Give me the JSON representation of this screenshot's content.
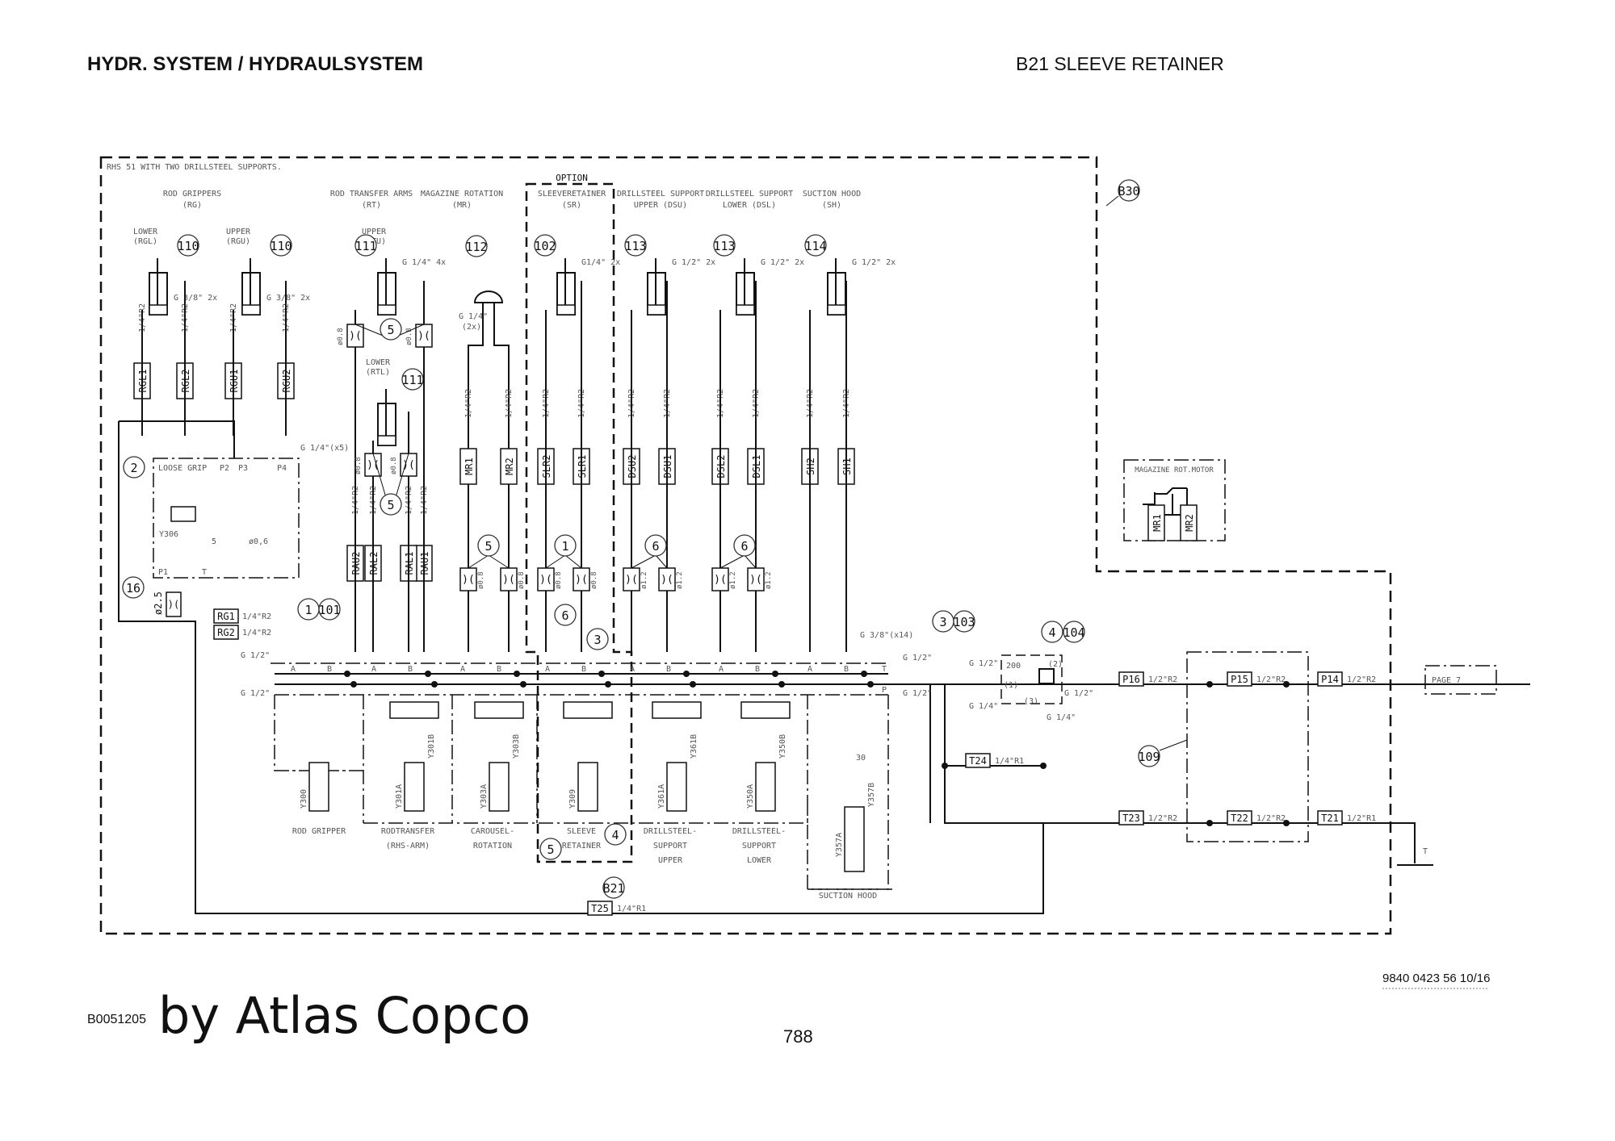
{
  "header": {
    "left_title": "HYDR. SYSTEM / HYDRAULSYSTEM",
    "right_title": "B21 SLEEVE RETAINER"
  },
  "footer": {
    "figure_code": "B0051205",
    "brand": "by Atlas Copco",
    "page_number": "788",
    "document_number": "9840 0423 56 10/16"
  },
  "diagram": {
    "frame_note": "RHS 51 WITH TWO DRILLSTEEL SUPPORTS.",
    "frame_ref": "B30",
    "option_label": "OPTION",
    "groups": [
      {
        "title": "ROD GRIPPERS",
        "abbr": "(RG)"
      },
      {
        "title": "ROD TRANSFER ARMS",
        "abbr": "(RT)"
      },
      {
        "title": "MAGAZINE ROTATION",
        "abbr": "(MR)"
      },
      {
        "title": "SLEEVERETAINER",
        "abbr": "(SR)"
      },
      {
        "title": "DRILLSTEEL SUPPORT",
        "abbr": "UPPER (DSU)"
      },
      {
        "title": "DRILLSTEEL SUPPORT",
        "abbr": "LOWER (DSL)"
      },
      {
        "title": "SUCTION HOOD",
        "abbr": "(SH)"
      }
    ],
    "cylinders": [
      {
        "name": "LOWER",
        "abbr": "(RGL)",
        "ref": "110",
        "port": "G 3/8\" 2x",
        "hoses": [
          "RGL1",
          "RGL2"
        ],
        "hose_spec": "1/4\"R2"
      },
      {
        "name": "UPPER",
        "abbr": "(RGU)",
        "ref": "110",
        "port": "G 3/8\" 2x",
        "hoses": [
          "RGU1",
          "RGU2"
        ],
        "hose_spec": "1/4\"R2"
      },
      {
        "name": "UPPER",
        "abbr": "(RTU)",
        "ref": "111",
        "port": "G 1/4\" 4x",
        "hoses": [
          "RAU2",
          "RAU1"
        ],
        "hose_spec": "1/4\"R2"
      },
      {
        "name": "LOWER",
        "abbr": "(RTL)",
        "ref": "111",
        "port": "",
        "hoses": [
          "RAL2",
          "RAL1"
        ],
        "hose_spec": "1/4\"R2"
      },
      {
        "name": "",
        "abbr": "",
        "ref": "112",
        "port": "G 1/4\" (2x)",
        "hoses": [
          "MR1",
          "MR2"
        ],
        "hose_spec": "1/4\"R2"
      },
      {
        "name": "",
        "abbr": "",
        "ref": "102",
        "port": "G1/4\" 2x",
        "hoses": [
          "SLR2",
          "SLR1"
        ],
        "hose_spec": "1/4\"R2"
      },
      {
        "name": "",
        "abbr": "",
        "ref": "113",
        "port": "G 1/2\" 2x",
        "hoses": [
          "DSU2",
          "DSU1"
        ],
        "hose_spec": "1/4\"R2"
      },
      {
        "name": "",
        "abbr": "",
        "ref": "113",
        "port": "G 1/2\" 2x",
        "hoses": [
          "DSL2",
          "DSL1"
        ],
        "hose_spec": "1/4\"R2"
      },
      {
        "name": "",
        "abbr": "",
        "ref": "114",
        "port": "G 1/2\" 2x",
        "hoses": [
          "SH2",
          "SH1"
        ],
        "hose_spec": "1/4\"R2"
      }
    ],
    "restrictors": [
      {
        "ref": "5",
        "size": "ø0.8"
      },
      {
        "ref": "5",
        "size": "ø0.8"
      },
      {
        "ref": "5",
        "size": "ø0.8"
      },
      {
        "ref": "1",
        "size": "ø0.8"
      },
      {
        "ref": "6",
        "size": "ø1.2"
      },
      {
        "ref": "6",
        "size": "ø1.2"
      },
      {
        "ref": "16",
        "size": "ø2.5"
      }
    ],
    "loose_grip": {
      "label": "LOOSE GRIP",
      "ports": [
        "P1",
        "T",
        "P2",
        "P3",
        "P4"
      ],
      "valve": "Y306",
      "valve_ref": "2",
      "relief": "5",
      "orifice": "ø0,6",
      "port_spec": "G 1/4\"(x5)",
      "refs": [
        "1",
        "101"
      ]
    },
    "supply_hoses": [
      {
        "tag": "RG1",
        "spec": "1/4\"R2"
      },
      {
        "tag": "RG2",
        "spec": "1/4\"R2"
      }
    ],
    "manifold": {
      "inlets": [
        "G 1/2\"",
        "G 1/2\""
      ],
      "port_letters": [
        "A",
        "B"
      ],
      "outlet_letters": [
        "T",
        "P"
      ],
      "outlet_ports": [
        "G 1/2\"",
        "G 1/2\""
      ],
      "port_spec": "G 3/8\"(x14)",
      "refs": [
        "3",
        "103"
      ]
    },
    "sections": [
      {
        "line1": "ROD GRIPPER",
        "line2": "",
        "line3": "",
        "valves": [
          "Y300"
        ]
      },
      {
        "line1": "RODTRANSFER",
        "line2": "(RHS-ARM)",
        "line3": "",
        "valves": [
          "Y301A",
          "Y301B"
        ]
      },
      {
        "line1": "CAROUSEL-",
        "line2": "ROTATION",
        "line3": "",
        "valves": [
          "Y303A",
          "Y303B"
        ]
      },
      {
        "line1": "SLEEVE",
        "line2": "RETAINER",
        "line3": "",
        "valves": [
          "Y309"
        ]
      },
      {
        "line1": "DRILLSTEEL-",
        "line2": "SUPPORT",
        "line3": "UPPER",
        "valves": [
          "Y361A",
          "Y361B"
        ]
      },
      {
        "line1": "DRILLSTEEL-",
        "line2": "SUPPORT",
        "line3": "LOWER",
        "valves": [
          "Y350A",
          "Y350B"
        ]
      },
      {
        "line1": "SUCTION HOOD",
        "line2": "",
        "line3": "",
        "valves": [
          "Y357A",
          "Y357B"
        ]
      }
    ],
    "sleeve_retainer_refs": [
      "6",
      "3",
      "4",
      "5",
      "B21"
    ],
    "suction_relief": "30",
    "reducing_valve": {
      "refs": [
        "4",
        "104"
      ],
      "setting": "200",
      "ports": [
        "(1)",
        "(2)",
        "(3)"
      ],
      "connections": [
        "G 1/2\"",
        "G 1/4\"",
        "G 1/2\"",
        "G 1/4\""
      ]
    },
    "pressure_hoses": [
      {
        "tag": "P16",
        "spec": "1/2\"R2"
      },
      {
        "tag": "P15",
        "spec": "1/2\"R2"
      },
      {
        "tag": "P14",
        "spec": "1/2\"R2"
      }
    ],
    "tank_hoses": [
      {
        "tag": "T23",
        "spec": "1/2\"R2"
      },
      {
        "tag": "T22",
        "spec": "1/2\"R2"
      },
      {
        "tag": "T21",
        "spec": "1/2\"R1"
      },
      {
        "tag": "T24",
        "spec": "1/4\"R1"
      },
      {
        "tag": "T25",
        "spec": "1/4\"R1"
      }
    ],
    "block_ref": "109",
    "page_ref": "PAGE 7",
    "tank_label": "T",
    "motor": {
      "title": "MAGAZINE ROT.MOTOR",
      "ports": [
        "MR1",
        "MR2"
      ]
    }
  }
}
